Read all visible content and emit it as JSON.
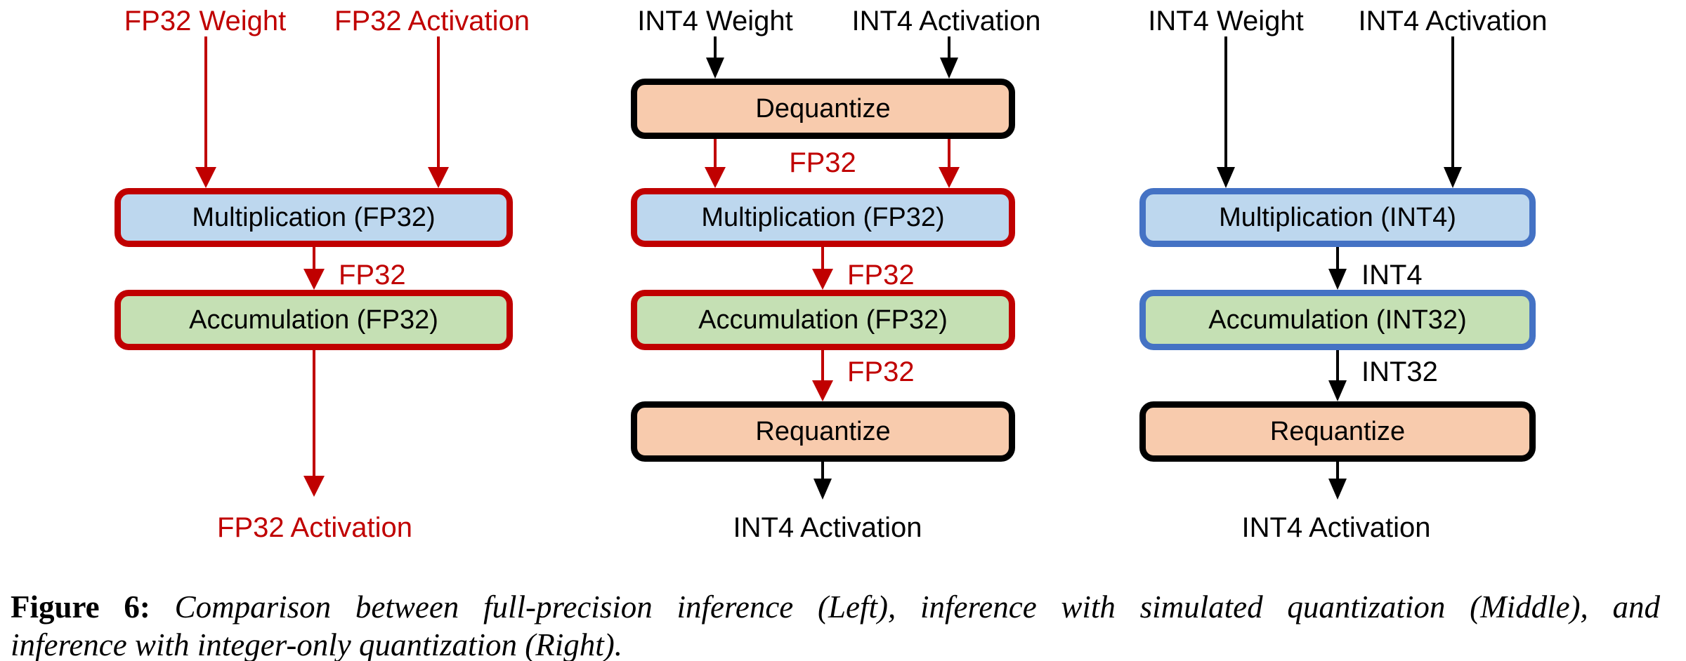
{
  "palette": {
    "red": "#c00000",
    "black": "#000000",
    "blue-border": "#4472c4",
    "blue-fill": "#bdd7ee",
    "green-fill": "#c5e0b4",
    "orange-fill": "#f8cbad"
  },
  "diagram": {
    "left": {
      "weight_label": "FP32 Weight",
      "activation_label": "FP32 Activation",
      "boxes": {
        "multiply": "Multiplication (FP32)",
        "accumulate": "Accumulation (FP32)"
      },
      "edge_labels": {
        "after_multiply": "FP32"
      },
      "output_label": "FP32 Activation"
    },
    "middle": {
      "weight_label": "INT4 Weight",
      "activation_label": "INT4 Activation",
      "boxes": {
        "dequantize": "Dequantize",
        "multiply": "Multiplication (FP32)",
        "accumulate": "Accumulation (FP32)",
        "requantize": "Requantize"
      },
      "edge_labels": {
        "after_dequantize": "FP32",
        "after_multiply": "FP32",
        "after_accumulate": "FP32"
      },
      "output_label": "INT4 Activation"
    },
    "right": {
      "weight_label": "INT4 Weight",
      "activation_label": "INT4 Activation",
      "boxes": {
        "multiply": "Multiplication (INT4)",
        "accumulate": "Accumulation (INT32)",
        "requantize": "Requantize"
      },
      "edge_labels": {
        "after_multiply": "INT4",
        "after_accumulate": "INT32"
      },
      "output_label": "INT4 Activation"
    }
  },
  "caption": {
    "prefix": "Figure 6:",
    "line1": "Comparison between full-precision inference (Left), inference with simulated quantization (Middle), and",
    "line2": "inference with integer-only quantization (Right)."
  }
}
